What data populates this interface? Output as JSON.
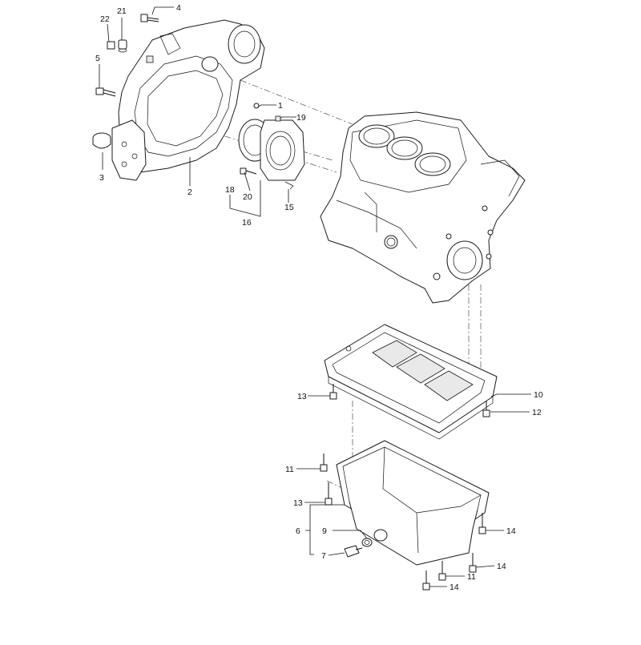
{
  "callouts": {
    "c1": "1",
    "c2": "2",
    "c3": "3",
    "c4": "4",
    "c5": "5",
    "c6": "6",
    "c7": "7",
    "c9": "9",
    "c10": "10",
    "c11a": "11",
    "c11b": "11",
    "c12": "12",
    "c13a": "13",
    "c13b": "13",
    "c14a": "14",
    "c14b": "14",
    "c14c": "14",
    "c15": "15",
    "c16": "16",
    "c18": "18",
    "c19": "19",
    "c20": "20",
    "c21": "21",
    "c22": "22"
  }
}
